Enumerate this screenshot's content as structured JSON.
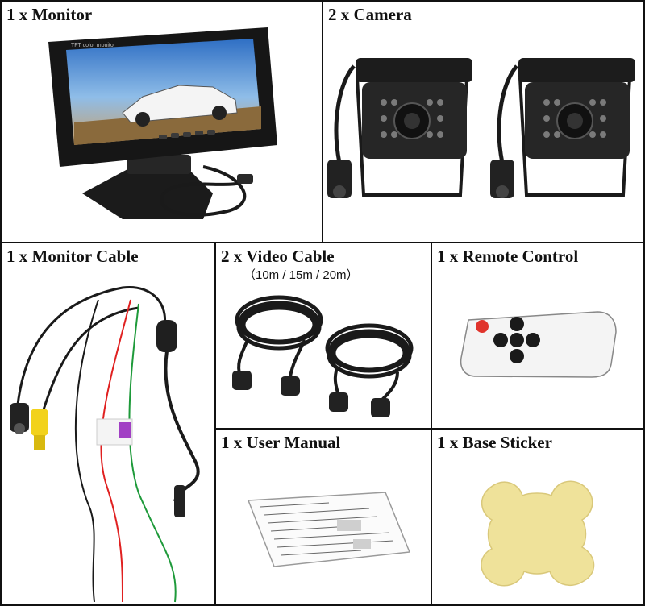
{
  "cells": {
    "monitor": {
      "label": "1 x Monitor",
      "screen_text": "TFT color monitor"
    },
    "camera": {
      "label": "2 x Camera"
    },
    "monitor_cable": {
      "label": "1 x Monitor Cable"
    },
    "video_cable": {
      "label": "2 x Video Cable",
      "sublabel": "（10m / 15m / 20m）"
    },
    "remote_control": {
      "label": "1 x Remote Control"
    },
    "user_manual": {
      "label": "1 x User Manual"
    },
    "base_sticker": {
      "label": "1 x Base Sticker"
    }
  },
  "colors": {
    "border": "#111111",
    "cable_black": "#1a1a1a",
    "wire_red": "#e02020",
    "wire_green": "#1e9a3a",
    "connector_yellow": "#f2d21b",
    "remote_red_button": "#e0332b",
    "sticker": "#efe29a"
  }
}
